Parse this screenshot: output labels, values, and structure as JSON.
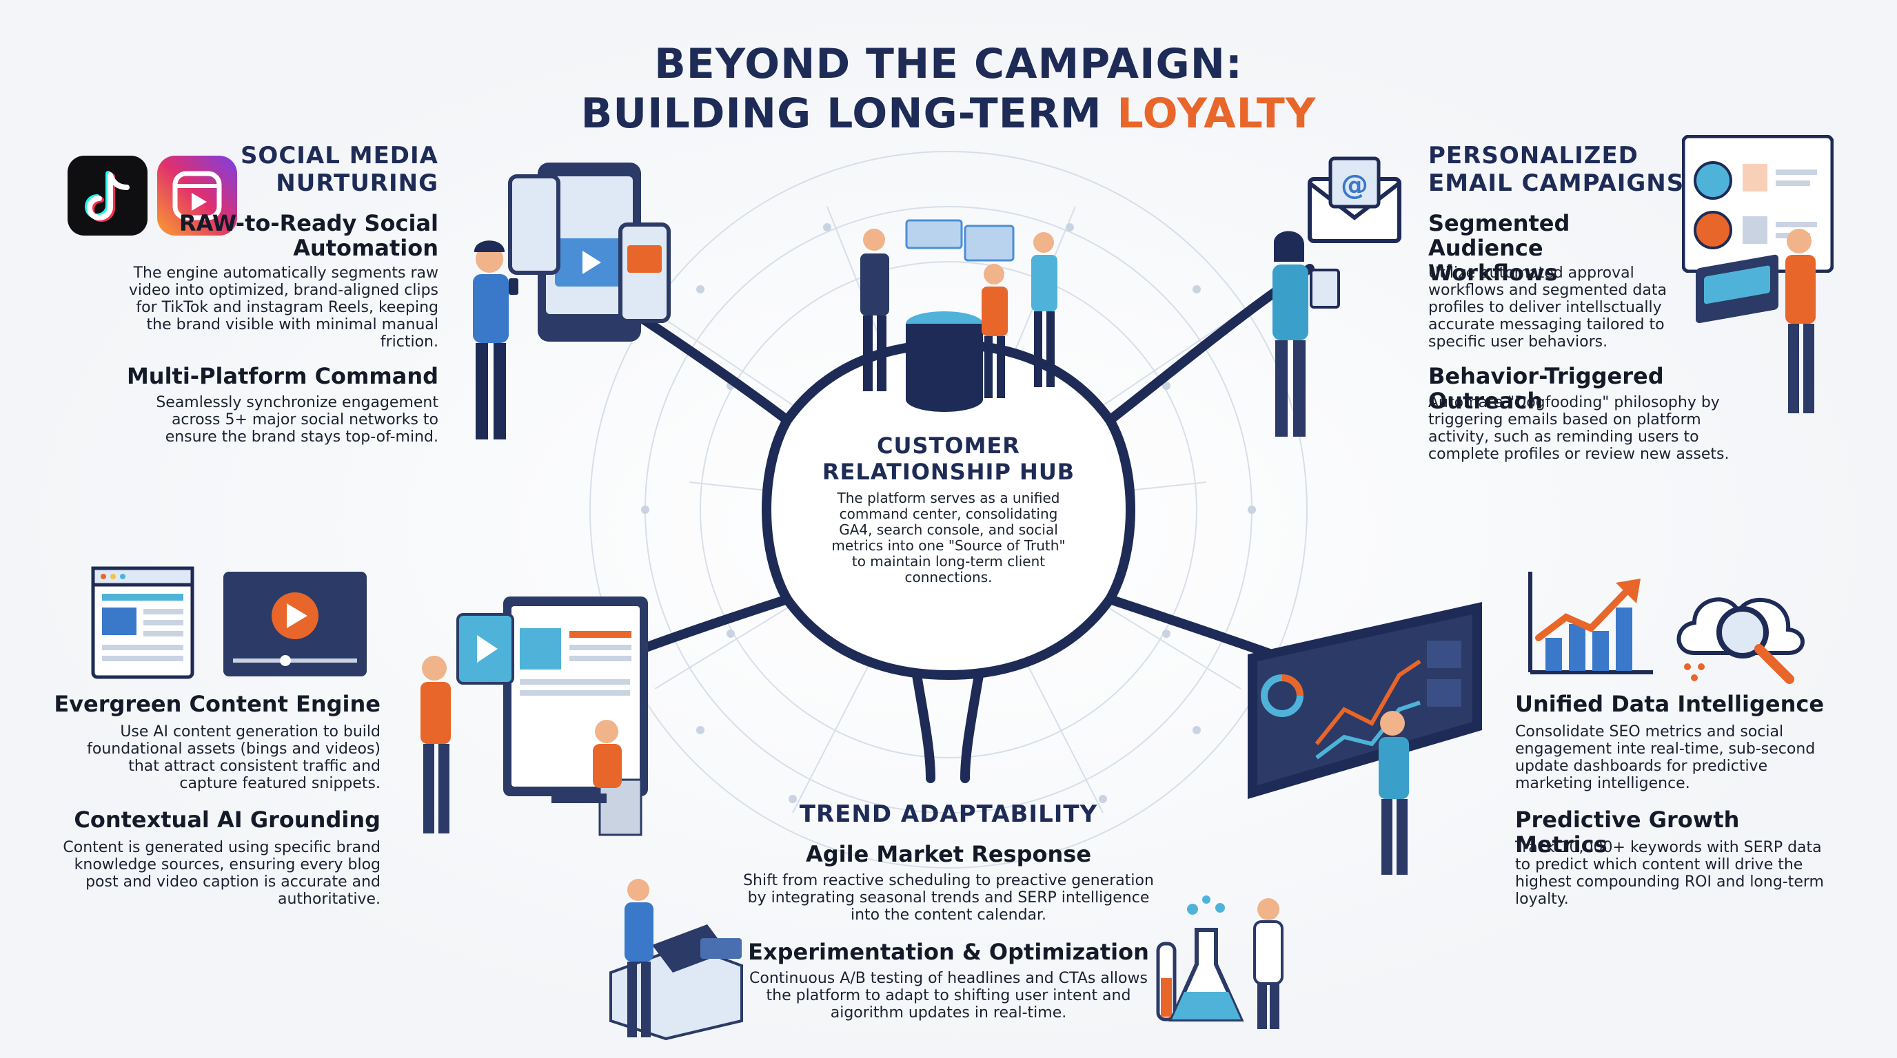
{
  "title": {
    "line1": "BEYOND THE CAMPAIGN:",
    "line2_main": "BUILDING LONG-TERM ",
    "line2_accent": "LOYALTY"
  },
  "colors": {
    "navy": "#1d2b56",
    "accent": "#e8662a",
    "background": "#f3f5f8"
  },
  "hub": {
    "title": "CUSTOMER RELATIONSHIP HUB",
    "body": "The platform serves as a unified command center, consolidating GA4, search console, and social metrics into one \"Source of Truth\" to maintain long-term client connections."
  },
  "social": {
    "heading": "SOCIAL MEDIA NURTURING",
    "icons": [
      "tiktok-icon",
      "instagram-reels-icon"
    ],
    "sub1": {
      "title": "RAW-to-Ready Social Automation",
      "body": "The engine automatically segments raw video into optimized, brand-aligned clips for TikTok and instagram Reels, keeping the brand visible with minimal manual friction."
    },
    "sub2": {
      "title": "Multi-Platform Command",
      "body": "Seamlessly synchronize engagement across 5+ major social networks to ensure the brand stays top-of-mind."
    }
  },
  "email": {
    "heading": "PERSONALIZED EMAIL CAMPAIGNS",
    "sub1": {
      "title": "Segmented Audience Workflows",
      "body": "Utilize automated approval workflows and segmented data profiles to deliver intellsctually accurate messaging tailored to specific user behaviors."
    },
    "sub2": {
      "title": "Behavior-Triggered Outreach",
      "body": "Automate \"Dogfooding\" philosophy by triggering emails based on platform activity, such as reminding users to complete profiles or review new assets."
    }
  },
  "content": {
    "sub1": {
      "title": "Evergreen Content Engine",
      "body": "Use AI content generation to build foundational assets (bings and videos) that attract consistent traffic and capture featured snippets."
    },
    "sub2": {
      "title": "Contextual AI Grounding",
      "body": "Content is generated using specific brand knowledge sources, ensuring every blog post and video caption is accurate and authoritative."
    }
  },
  "data": {
    "sub1": {
      "title": "Unified Data Intelligence",
      "body": "Consolidate SEO metrics and social engagement inte real-time, sub-second update dashboards for predictive marketing intelligence."
    },
    "sub2": {
      "title": "Predictive Growth Metrics",
      "body": "Track 10,000+ keywords with SERP data to predict which content will drive the highest compounding ROI and long-term loyalty."
    }
  },
  "trend": {
    "heading": "TREND ADAPTABILITY",
    "sub1": {
      "title": "Agile Market Response",
      "body": "Shift from reactive scheduling to preactive generation by integrating seasonal trends and SERP intelligence into the content calendar."
    },
    "sub2": {
      "title": "Experimentation & Optimization",
      "body": "Continuous A/B testing of headlines and CTAs allows the platform to adapt to shifting user intent and aigorithm updates in real-time."
    }
  }
}
